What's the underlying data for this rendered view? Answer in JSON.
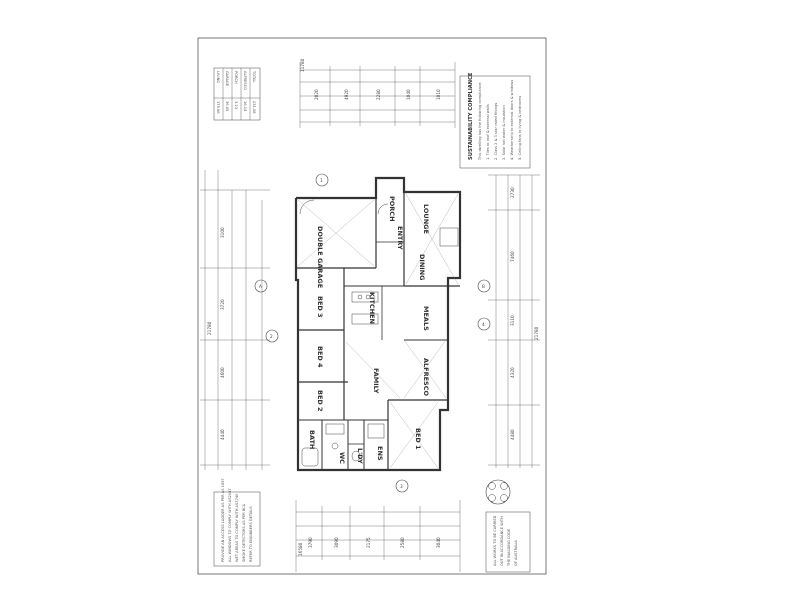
{
  "plan": {
    "rooms": {
      "porch": "PORCH",
      "entry": "ENTRY",
      "lounge": "LOUNGE",
      "double_garage": "DOUBLE GARAGE",
      "dining": "DINING",
      "meals": "MEALS",
      "kitchen": "KITCHEN",
      "bed3": "BED 3",
      "bed4": "BED 4",
      "family": "FAMILY",
      "alfresco": "ALFRESCO",
      "bed2": "BED 2",
      "bed1": "BED 1",
      "wc": "WC",
      "ldy": "L'DY",
      "ens": "ENS",
      "bath": "BATH"
    },
    "sustainability": {
      "title": "SUSTAINABILITY COMPLIANCE",
      "lines": [
        "This dwelling has the following compliance:",
        "1. Tiles to roof & external walls",
        "2. Class 2 & 3 star rated fittings",
        "3. Solar hot water & insulation",
        "4. Weatherstrip to external doors & windows",
        "5. Ceiling fans to living & bedrooms"
      ]
    },
    "area_table": {
      "rows": [
        [
          "LIVING",
          "175.66"
        ],
        [
          "GARAGE",
          "36.05"
        ],
        [
          "PORCH",
          "3.23"
        ],
        [
          "ALFRESCO",
          "16.14"
        ],
        [
          "TOTAL",
          "231.08"
        ]
      ]
    },
    "dims": {
      "top_overall": "11780",
      "top_row": [
        "2020",
        "4920",
        "2280",
        "1040",
        "1010"
      ],
      "side_overall": "21780",
      "side_row": [
        "4480",
        "4320",
        "3110",
        "7460",
        "2730"
      ],
      "bottom_overall": "16580",
      "bottom_row": [
        "3790",
        "3090",
        "2175",
        "2580",
        "3040"
      ],
      "left_overall": "21780",
      "left_row": [
        "3100",
        "3720",
        "4600",
        "4440"
      ]
    },
    "grid_refs": [
      "1",
      "2",
      "3",
      "4",
      "A",
      "B"
    ],
    "notes": {
      "bottom_left": [
        "PROVIDE AN ACCESS LADDER AS PER AS 1657",
        "ALL WINDOWS TO COMPLY WITH AS2047",
        "WET AREAS TO COMPLY WITH AS3740",
        "SMOKE DETECTORS AS PER BCA",
        "REFER TO ENGINEERS DETAILS"
      ],
      "bottom_right": [
        "ALL WORKS TO BE CARRIED",
        "OUT IN ACCORDANCE WITH",
        "THE BUILDING CODE",
        "OF AUSTRALIA"
      ]
    }
  }
}
